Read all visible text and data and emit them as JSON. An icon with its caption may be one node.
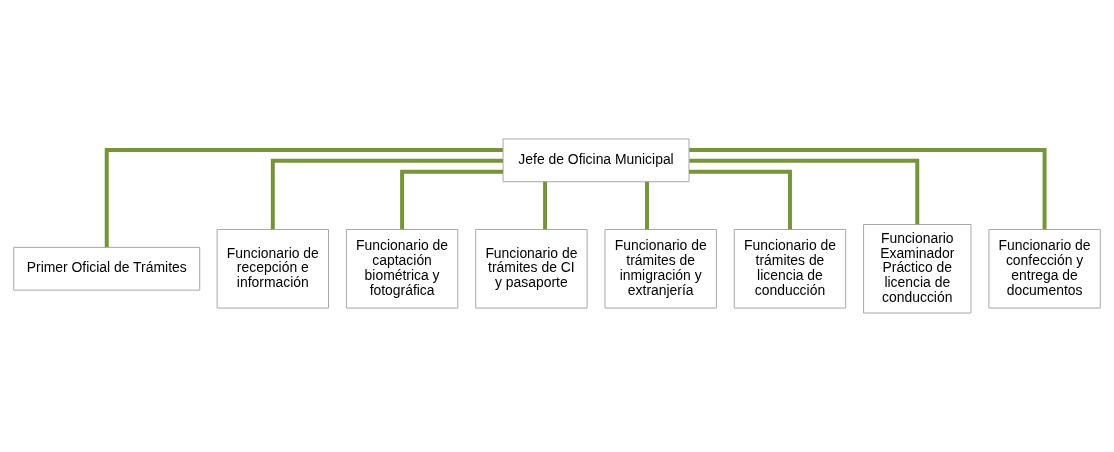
{
  "diagram": {
    "nodes": [
      {
        "text": [
          "Jefe de Oficina Municipal"
        ]
      },
      {
        "text": [
          "Primer Oficial de Trámites"
        ]
      },
      {
        "text": [
          "Funcionario de recepción e información"
        ]
      },
      {
        "text": [
          "Funcionario de captación biométrica y fotográfica"
        ]
      },
      {
        "text": [
          "Funcionario de trámites de CI y pasaporte"
        ]
      },
      {
        "text": [
          "Funcionario de trámites de inmigración y extranjería"
        ]
      },
      {
        "text": [
          "Funcionario de trámites de licencia de conducción"
        ]
      },
      {
        "text": [
          "Funcionario Examinador Práctico de licencia de conducción"
        ]
      },
      {
        "text": [
          "Funcionario de confección y entrega de documentos"
        ]
      }
    ],
    "edges": [
      {
        "from": 0,
        "to": 1,
        "arrow": "none"
      },
      {
        "from": 0,
        "to": 2,
        "arrow": "none"
      },
      {
        "from": 0,
        "to": 3,
        "arrow": "none"
      },
      {
        "from": 0,
        "to": 4,
        "arrow": "none"
      },
      {
        "from": 0,
        "to": 5,
        "arrow": "none"
      },
      {
        "from": 0,
        "to": 6,
        "arrow": "none"
      },
      {
        "from": 0,
        "to": 7,
        "arrow": "none"
      },
      {
        "from": 0,
        "to": 8,
        "arrow": "none"
      }
    ]
  }
}
